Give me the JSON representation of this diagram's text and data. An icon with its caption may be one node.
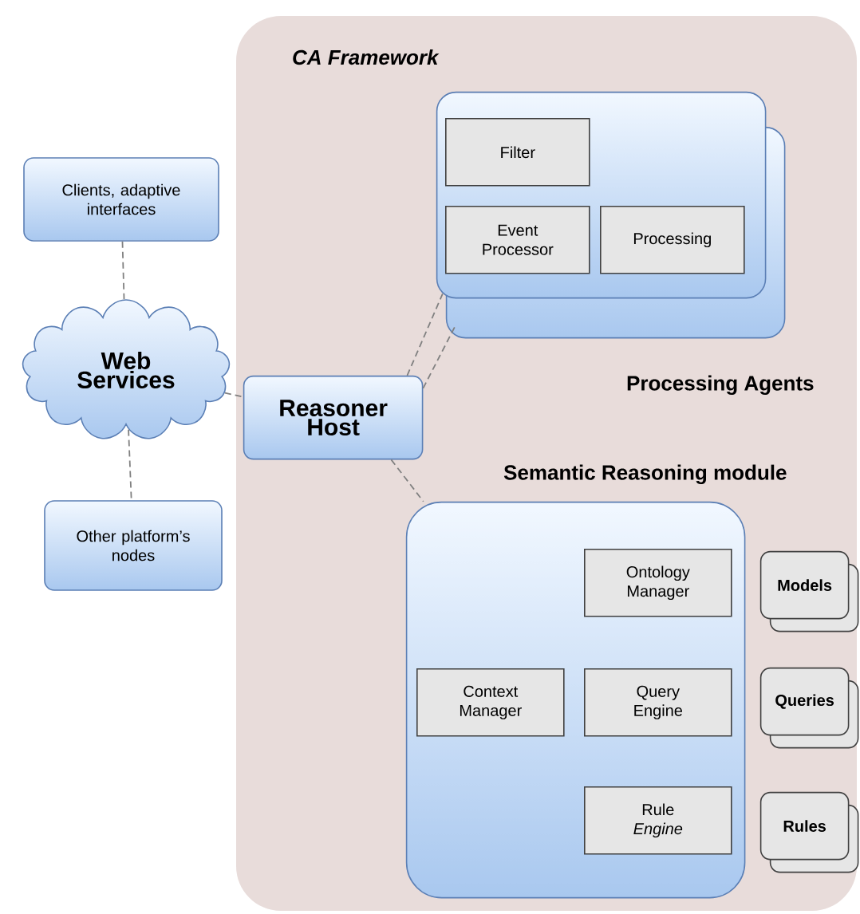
{
  "diagram": {
    "nodes": [
      {
        "text": [
          "CA Framework"
        ]
      },
      {
        "text": [
          "Processing Agents"
        ],
        "in": 0
      },
      {
        "text": [
          "Filter"
        ],
        "in": 1
      },
      {
        "text": [
          "Event Processor"
        ],
        "in": 1
      },
      {
        "text": [
          "Processing"
        ],
        "in": 1
      },
      {
        "text": [
          "Clients, adaptive interfaces"
        ]
      },
      {
        "text": [
          "Web Services"
        ]
      },
      {
        "text": [
          "Reasoner Host"
        ],
        "in": 0
      },
      {
        "text": [
          "Other platform’s nodes"
        ]
      },
      {
        "text": [
          "Semantic Reasoning module"
        ],
        "in": 0
      },
      {
        "text": [
          "Ontology Manager"
        ],
        "in": 9
      },
      {
        "text": [
          "Context Manager"
        ],
        "in": 9
      },
      {
        "text": [
          "Query Engine"
        ],
        "in": 9
      },
      {
        "text": [
          "Rule *Engine*"
        ],
        "in": 9
      },
      {
        "text": [
          "Models"
        ],
        "in": 0
      },
      {
        "text": [
          "Queries"
        ],
        "in": 0
      },
      {
        "text": [
          "Rules"
        ],
        "in": 0
      }
    ],
    "edges": [
      {
        "from": 5,
        "to": 6,
        "arrow": "none",
        "style": "dashed"
      },
      {
        "from": 6,
        "to": 8,
        "arrow": "none",
        "style": "dashed"
      },
      {
        "from": 6,
        "to": 7,
        "arrow": "none",
        "style": "dashed"
      },
      {
        "from": 7,
        "to": 1,
        "arrow": "none",
        "style": "dashed"
      },
      {
        "from": 7,
        "to": 1,
        "arrow": "none",
        "style": "dashed"
      },
      {
        "from": 7,
        "to": 9,
        "arrow": "none",
        "style": "dashed"
      }
    ]
  }
}
